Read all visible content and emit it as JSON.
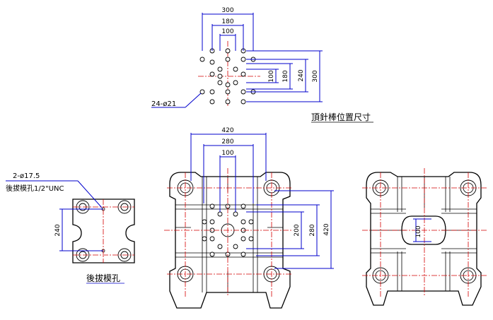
{
  "colors": {
    "dimension": "#0000cc",
    "centerline": "#d40000",
    "outline": "#000000"
  },
  "ejector_pattern": {
    "title": "頂針棒位置尺寸",
    "dims_horizontal": [
      "300",
      "180",
      "100"
    ],
    "dims_vertical": [
      "100",
      "180",
      "240",
      "300"
    ],
    "hole_note": "24-ø21"
  },
  "main_plate": {
    "dims_horizontal": [
      "420",
      "280",
      "100"
    ],
    "dims_vertical": [
      "200",
      "280",
      "420"
    ]
  },
  "knockout_plate": {
    "title": "後拔模孔",
    "note_line1": "2-ø17.5",
    "note_line2": "後拔模孔1/2\"UNC",
    "dim_vertical": "240"
  },
  "side_view": {
    "dim_vertical": "100"
  }
}
